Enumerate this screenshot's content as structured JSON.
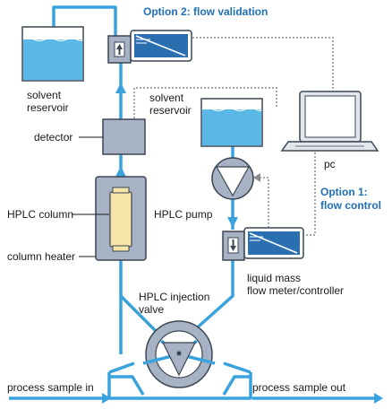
{
  "labels": {
    "option2": "Option 2: flow validation",
    "option1_line1": "Option 1:",
    "option1_line2": "flow control",
    "solvent_reservoir_left_1": "solvent",
    "solvent_reservoir_left_2": "reservoir",
    "solvent_reservoir_mid_1": "solvent",
    "solvent_reservoir_mid_2": "reservoir",
    "detector": "detector",
    "hplc_column": "HPLC column",
    "column_heater": "column heater",
    "hplc_pump": "HPLC pump",
    "pc": "pc",
    "flow_meter_1": "liquid mass",
    "flow_meter_2": "flow meter/controller",
    "injection_valve_1": "HPLC injection",
    "injection_valve_2": "valve",
    "sample_in": "process sample in",
    "sample_out": "process sample out"
  },
  "colors": {
    "flow_line": "#3aa2dc",
    "liquid": "#5cb8e6",
    "box_fill": "#a7b2c4",
    "box_stroke": "#3c4654",
    "column_fill": "#f6e4a8",
    "label_accent": "#1f6fb6",
    "signal_line": "#8a8a8a",
    "meter_blue": "#2a6fb0"
  },
  "icons": [
    "up-arrow-icon",
    "down-arrow-icon",
    "pump-triangle-icon",
    "valve-rotor-icon",
    "laptop-icon"
  ]
}
